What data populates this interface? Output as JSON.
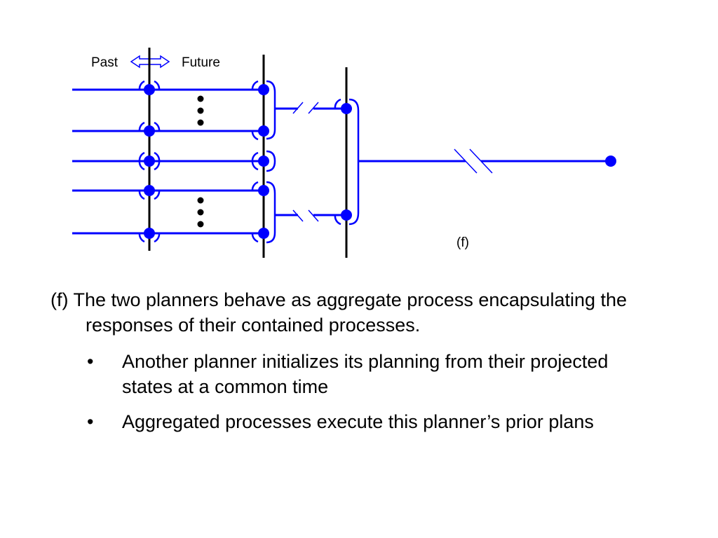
{
  "diagram": {
    "label_past": "Past",
    "label_future": "Future",
    "label_f": "(f)",
    "colors": {
      "line": "#0000ff",
      "node": "#0000ff",
      "axis": "#000000"
    }
  },
  "caption": {
    "paragraph": "(f) The two planners behave as aggregate process encapsulating the responses of their contained processes.",
    "bullet_symbol": "•",
    "bullets": [
      "Another planner initializes its planning from their projected states at a common time",
      "Aggregated processes execute this planner’s prior plans"
    ]
  }
}
